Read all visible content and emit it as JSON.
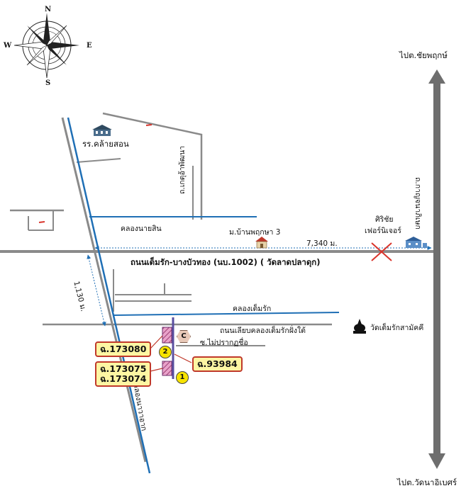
{
  "compass": {
    "n": "N",
    "s": "S",
    "e": "E",
    "w": "W"
  },
  "destinations": {
    "north": "ไปต.ชัยพฤกษ์",
    "south": "ไปต.วัดนาอิเบศร์"
  },
  "roads": {
    "main_road": "ถนนเต็มรัก-บางบัวทอง (นบ.1002) ( วัดลาดปลาดุก)",
    "side_road_north": "ถ.เกตุอ้าพัฒนา",
    "vertical_road_right": "ถ.กาญจนาภิเษก",
    "canal_road": "ถนนเลียบคลองเต็มรักฝั่งใต้",
    "soi_unnamed": "ซ.ไม่ปรากฏชื่อ"
  },
  "canals": {
    "nai_sin": "คลองนายสิน",
    "tem_rak": "คลองเต็มรัก",
    "vertical": "คลองนาวาอาก"
  },
  "landmarks": {
    "school": "รร.คล้ายสอน",
    "village": "ม.บ้านพฤกษา 3",
    "furniture_line1": "ศิริชัย",
    "furniture_line2": "เฟอร์นิเจอร์",
    "temple": "วัดเต็มรักสามัคคี"
  },
  "distances": {
    "horizontal": "7,340 ม.",
    "vertical": "1,130 ม."
  },
  "plots": {
    "p173080": "ฉ.173080",
    "p173075": "ฉ.173075",
    "p173074": "ฉ.173074",
    "p93984": "ฉ.93984"
  },
  "markers": {
    "one": "1",
    "two": "2",
    "c": "C"
  },
  "colors": {
    "road": "#8a8a8a",
    "canal": "#1f6fb5",
    "highway_arrow": "#6e6e6e",
    "plot_fill": "#fdf6a3",
    "plot_border": "#c0392b",
    "hatch": "#c8509a",
    "marker": "#f7e300"
  }
}
